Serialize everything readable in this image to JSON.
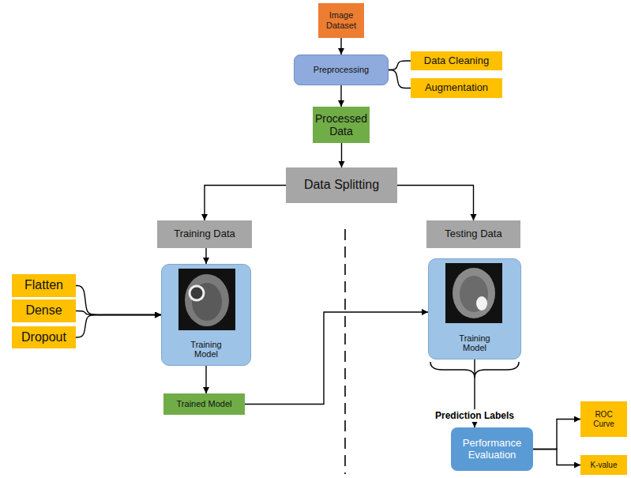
{
  "diagram": {
    "nodes": [
      {
        "text": [
          "Image Dataset"
        ]
      },
      {
        "text": [
          "Preprocessing"
        ]
      },
      {
        "text": [
          "Data Cleaning"
        ]
      },
      {
        "text": [
          "Augmentation"
        ]
      },
      {
        "text": [
          "Processed Data"
        ]
      },
      {
        "text": [
          "Data Splitting"
        ]
      },
      {
        "text": [
          "Training Data"
        ]
      },
      {
        "text": [
          "Testing Data"
        ]
      },
      {
        "text": [
          "Flatten"
        ]
      },
      {
        "text": [
          "Dense"
        ]
      },
      {
        "text": [
          "Dropout"
        ]
      },
      {
        "text": [
          "Training Model"
        ]
      },
      {
        "text": [
          "Trained Model"
        ]
      },
      {
        "text": [
          "Training Model"
        ]
      },
      {
        "text": [
          "Performance Evaluation"
        ]
      },
      {
        "text": [
          "ROC Curve"
        ]
      },
      {
        "text": [
          "K-value"
        ]
      }
    ],
    "edges": [
      {
        "from": 0,
        "to": 1,
        "arrow": "to"
      },
      {
        "from": 1,
        "to": 2,
        "arrow": "none"
      },
      {
        "from": 1,
        "to": 3,
        "arrow": "none"
      },
      {
        "from": 1,
        "to": 4,
        "arrow": "to"
      },
      {
        "from": 4,
        "to": 5,
        "arrow": "to"
      },
      {
        "from": 5,
        "to": 6,
        "arrow": "to"
      },
      {
        "from": 5,
        "to": 7,
        "arrow": "to"
      },
      {
        "from": 6,
        "to": 11,
        "arrow": "to"
      },
      {
        "from": 8,
        "to": 11,
        "arrow": "to"
      },
      {
        "from": 9,
        "to": 11,
        "arrow": "to"
      },
      {
        "from": 10,
        "to": 11,
        "arrow": "to"
      },
      {
        "from": 11,
        "to": 12,
        "arrow": "to"
      },
      {
        "from": 12,
        "to": 13,
        "arrow": "to"
      },
      {
        "from": 13,
        "to": 14,
        "label": "Prediction Labels",
        "arrow": "to"
      },
      {
        "from": 14,
        "to": 15,
        "arrow": "to"
      },
      {
        "from": 14,
        "to": 16,
        "arrow": "to"
      }
    ]
  }
}
